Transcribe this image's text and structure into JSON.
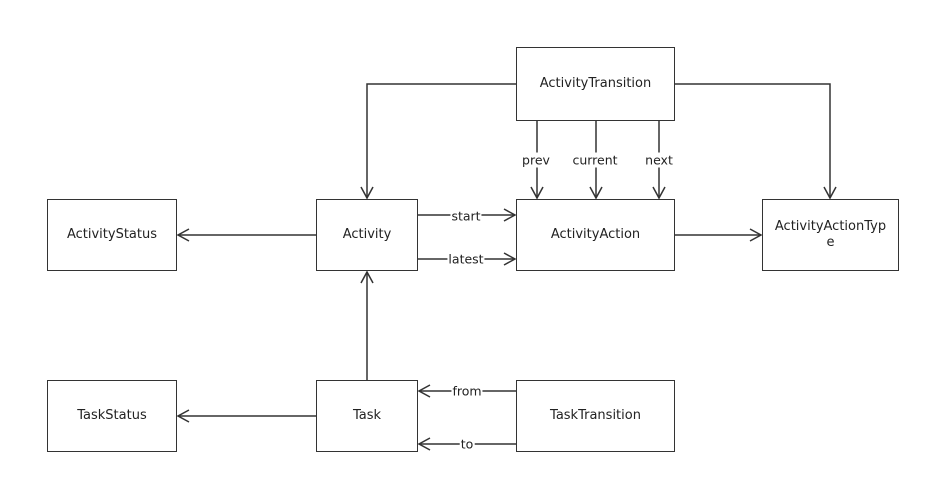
{
  "nodes": {
    "activity_transition": "ActivityTransition",
    "activity_status": "ActivityStatus",
    "activity": "Activity",
    "activity_action": "ActivityAction",
    "activity_action_type": "ActivityActionType",
    "task_status": "TaskStatus",
    "task": "Task",
    "task_transition": "TaskTransition"
  },
  "edges": {
    "prev": "prev",
    "current": "current",
    "next": "next",
    "start": "start",
    "latest": "latest",
    "from": "from",
    "to": "to"
  },
  "colors": {
    "line": "#333333",
    "text": "#222222",
    "background": "#ffffff"
  }
}
